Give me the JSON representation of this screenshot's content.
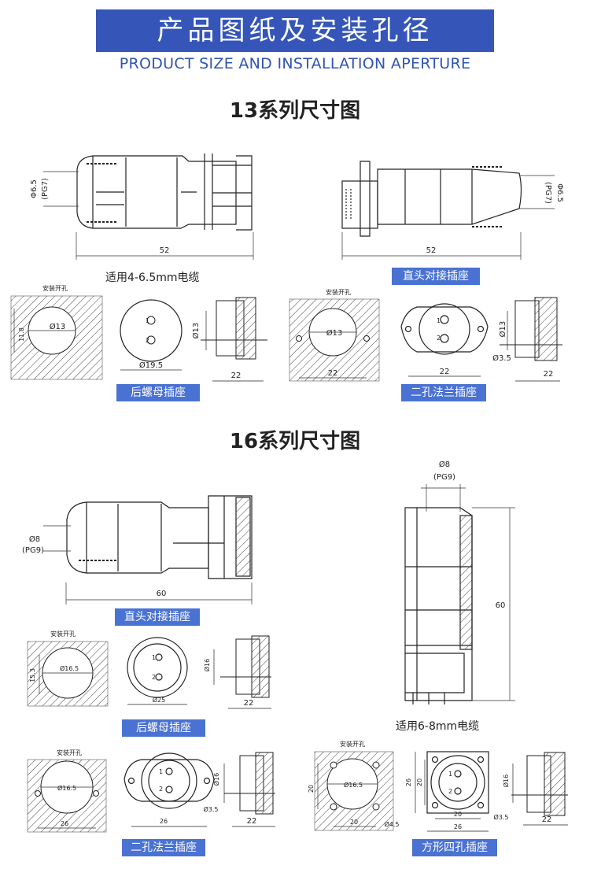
{
  "header": {
    "title": "产品图纸及安装孔径",
    "subtitle": "PRODUCT SIZE AND INSTALLATION APERTURE",
    "banner_color": "#3556b8",
    "label_color": "#4a72d3"
  },
  "series13": {
    "title": "13系列尺寸图",
    "cable_note": "适用4-6.5mm电缆",
    "left_cable_dim": "Φ6.5",
    "left_cable_pg": "(PG7)",
    "right_cable_dim": "Φ6.5",
    "right_cable_pg": "(PG7)",
    "plug_length": "52",
    "socket_length": "52",
    "straight_label": "直头对接插座",
    "hole_title_a": "安装开孔",
    "hole_a_dia": "Ø13",
    "hole_a_flat": "11.8",
    "rear_nut_dia": "Ø19.5",
    "rear_nut_side": "Ø13",
    "rear_nut_len": "22",
    "rear_nut_label": "后螺母插座",
    "hole_title_b": "安装开孔",
    "hole_b_dia": "Ø13",
    "hole_b_pitch": "22",
    "flange_pitch": "22",
    "flange_hole": "Ø3.5",
    "flange_side": "Ø13",
    "flange_len": "22",
    "flange_label": "二孔法兰插座",
    "pin1": "1",
    "pin2": "2"
  },
  "series16": {
    "title": "16系列尺寸图",
    "cable_dim": "Ø8",
    "cable_pg": "(PG9)",
    "plug_length": "60",
    "straight_label": "直头对接插座",
    "vert_cable_dim": "Ø8",
    "vert_cable_pg": "(PG9)",
    "vert_length": "60",
    "cable_note": "适用6-8mm电缆",
    "hole_title_a": "安装开孔",
    "hole_a_dia": "Ø16.5",
    "hole_a_flat": "15.3",
    "rear_nut_dia": "Ø25",
    "rear_nut_side": "Ø16",
    "rear_nut_len": "22",
    "rear_nut_label": "后螺母插座",
    "hole_title_b": "安装开孔",
    "hole_b_dia": "Ø16.5",
    "hole_b_pitch": "26",
    "flange_pitch": "26",
    "flange_hole": "Ø3.5",
    "flange_side": "Ø16",
    "flange_len": "22",
    "flange_label": "二孔法兰插座",
    "hole_title_c": "安装开孔",
    "hole_c_dia": "Ø16.5",
    "hole_c_h": "20",
    "hole_c_w": "20",
    "hole_c_mount": "Ø4.5",
    "square_outer_h": "26",
    "square_inner_h": "20",
    "square_inner_w": "20",
    "square_outer_w": "26",
    "square_hole": "Ø3.5",
    "square_side": "Ø16",
    "square_len": "22",
    "square_label": "方形四孔插座",
    "pin1": "1",
    "pin2": "2"
  }
}
